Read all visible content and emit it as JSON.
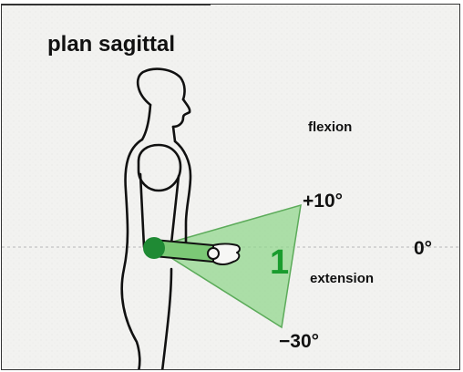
{
  "diagram": {
    "title": "plan sagittal",
    "labels": {
      "flexion": "flexion",
      "extension": "extension",
      "plus_angle": "+10°",
      "minus_angle": "−30°",
      "zero_angle": "0°",
      "marker": "1"
    },
    "range": {
      "flexion_degrees": 10,
      "extension_degrees": -30,
      "reference_degrees": 0
    },
    "colors": {
      "sector_fill": "#8fd68a",
      "sector_edge": "#5cab5a",
      "joint": "#1f8a34",
      "marker": "#1a9c2e",
      "outline": "#111111",
      "reference_line": "#b8b8b8",
      "background": "#f2f2f0"
    },
    "icons": {
      "figure": "human-figure-side-view",
      "joint": "elbow-joint-dot",
      "wrist": "wrist-joint-circle"
    }
  }
}
